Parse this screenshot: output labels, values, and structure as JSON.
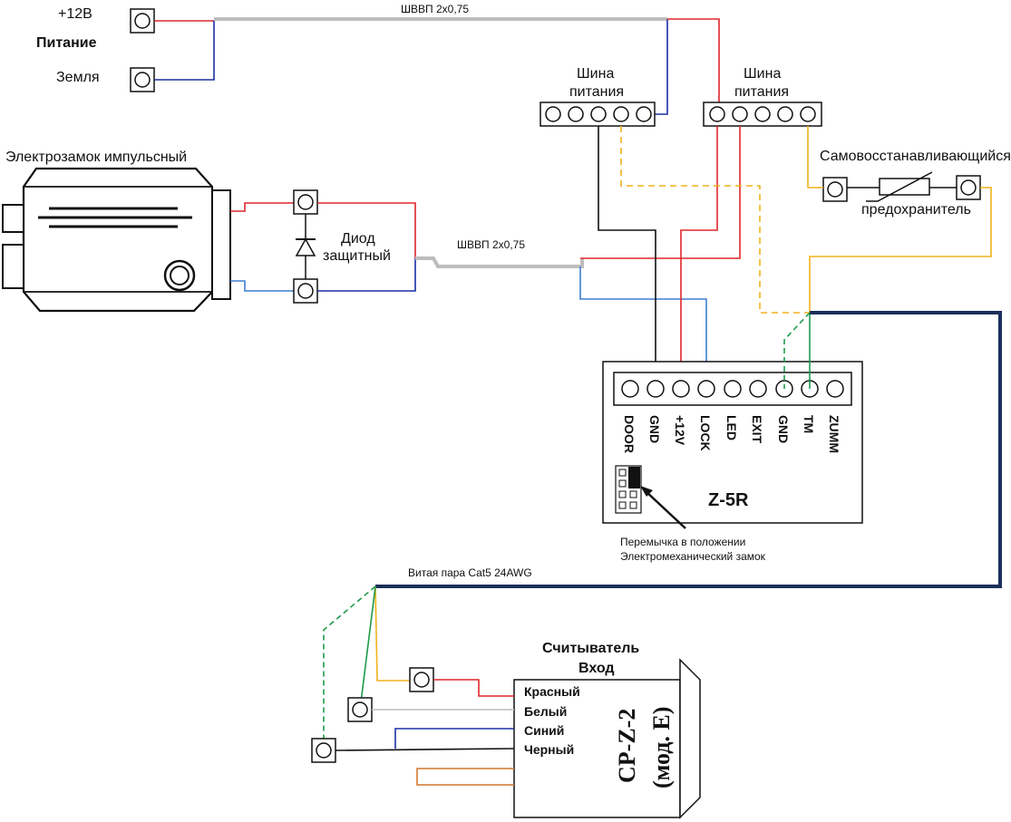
{
  "power": {
    "plus12": "+12В",
    "title": "Питание",
    "ground": "Земля"
  },
  "cables": {
    "top": "ШВВП 2х0,75",
    "lock": "ШВВП 2х0,75",
    "twisted": "Витая пара Cat5 24AWG"
  },
  "busbar": {
    "left_line1": "Шина",
    "left_line2": "питания",
    "right_line1": "Шина",
    "right_line2": "питания"
  },
  "fuse": {
    "title": "Самовосстанавливающийся",
    "subtitle": "предохранитель"
  },
  "lock": {
    "title": "Электрозамок импульсный"
  },
  "diode": {
    "line1": "Диод",
    "line2": "защитный"
  },
  "controller": {
    "name": "Z-5R",
    "pins": [
      "DOOR",
      "GND",
      "+12V",
      "LOCK",
      "LED",
      "EXIT",
      "GND",
      "TM",
      "ZUMM"
    ],
    "jumper_note_line1": "Перемычка в положении",
    "jumper_note_line2": "Электромеханический замок"
  },
  "reader": {
    "title_line1": "Считыватель",
    "title_line2": "Вход",
    "model_line1": "CP-Z-2",
    "model_line2": "(мод. Е)",
    "wires": [
      "Красный",
      "Белый",
      "Синий",
      "Черный"
    ]
  },
  "colors": {
    "red": "#e0262b",
    "blue": "#1c2fa3",
    "lightblue": "#3f7fd0",
    "gray": "#bdbdbd",
    "black": "#111111",
    "orange": "#f2b21b",
    "green": "#1e9a4a",
    "navy": "#1a2f5a",
    "brown": "#d2772c"
  }
}
